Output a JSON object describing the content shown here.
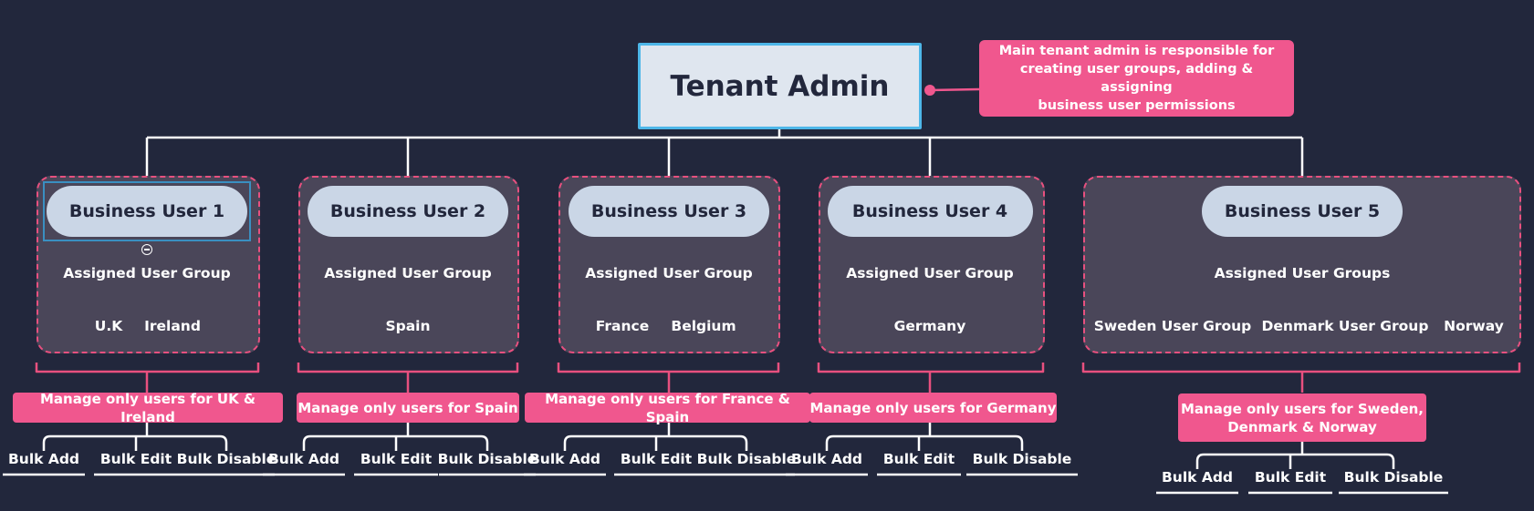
{
  "root": {
    "title": "Tenant Admin"
  },
  "note": {
    "text": "Main tenant admin is responsible for\ncreating user groups, adding & assigning\nbusiness user permissions"
  },
  "groups": [
    {
      "user": "Business User 1",
      "assigned": "Assigned User Group",
      "regions": [
        "U.K",
        "Ireland"
      ],
      "permission": "Manage only users for UK & Ireland",
      "actions": [
        "Bulk Add",
        "Bulk Edit",
        "Bulk Disable"
      ]
    },
    {
      "user": "Business User 2",
      "assigned": "Assigned User Group",
      "regions": [
        "Spain"
      ],
      "permission": "Manage only users for Spain",
      "actions": [
        "Bulk Add",
        "Bulk Edit",
        "Bulk Disable"
      ]
    },
    {
      "user": "Business User 3",
      "assigned": "Assigned User Group",
      "regions": [
        "France",
        "Belgium"
      ],
      "permission": "Manage only users for France & Spain",
      "actions": [
        "Bulk Add",
        "Bulk Edit",
        "Bulk Disable"
      ]
    },
    {
      "user": "Business User  4",
      "assigned": "Assigned User Group",
      "regions": [
        "Germany"
      ],
      "permission": "Manage only users for Germany",
      "actions": [
        "Bulk Add",
        "Bulk Edit",
        "Bulk Disable"
      ]
    },
    {
      "user": "Business User 5",
      "assigned": "Assigned User Groups",
      "regions": [
        "Sweden User Group",
        "Denmark User Group",
        "Norway"
      ],
      "permission": "Manage only users for Sweden,\nDenmark & Norway",
      "actions": [
        "Bulk Add",
        "Bulk Edit",
        "Bulk Disable"
      ]
    }
  ],
  "colors": {
    "background": "#22273c",
    "accent": "#f0578e",
    "pill": "#cad6e6",
    "root_border": "#4db6e8",
    "group_fill": "#4a4659"
  }
}
